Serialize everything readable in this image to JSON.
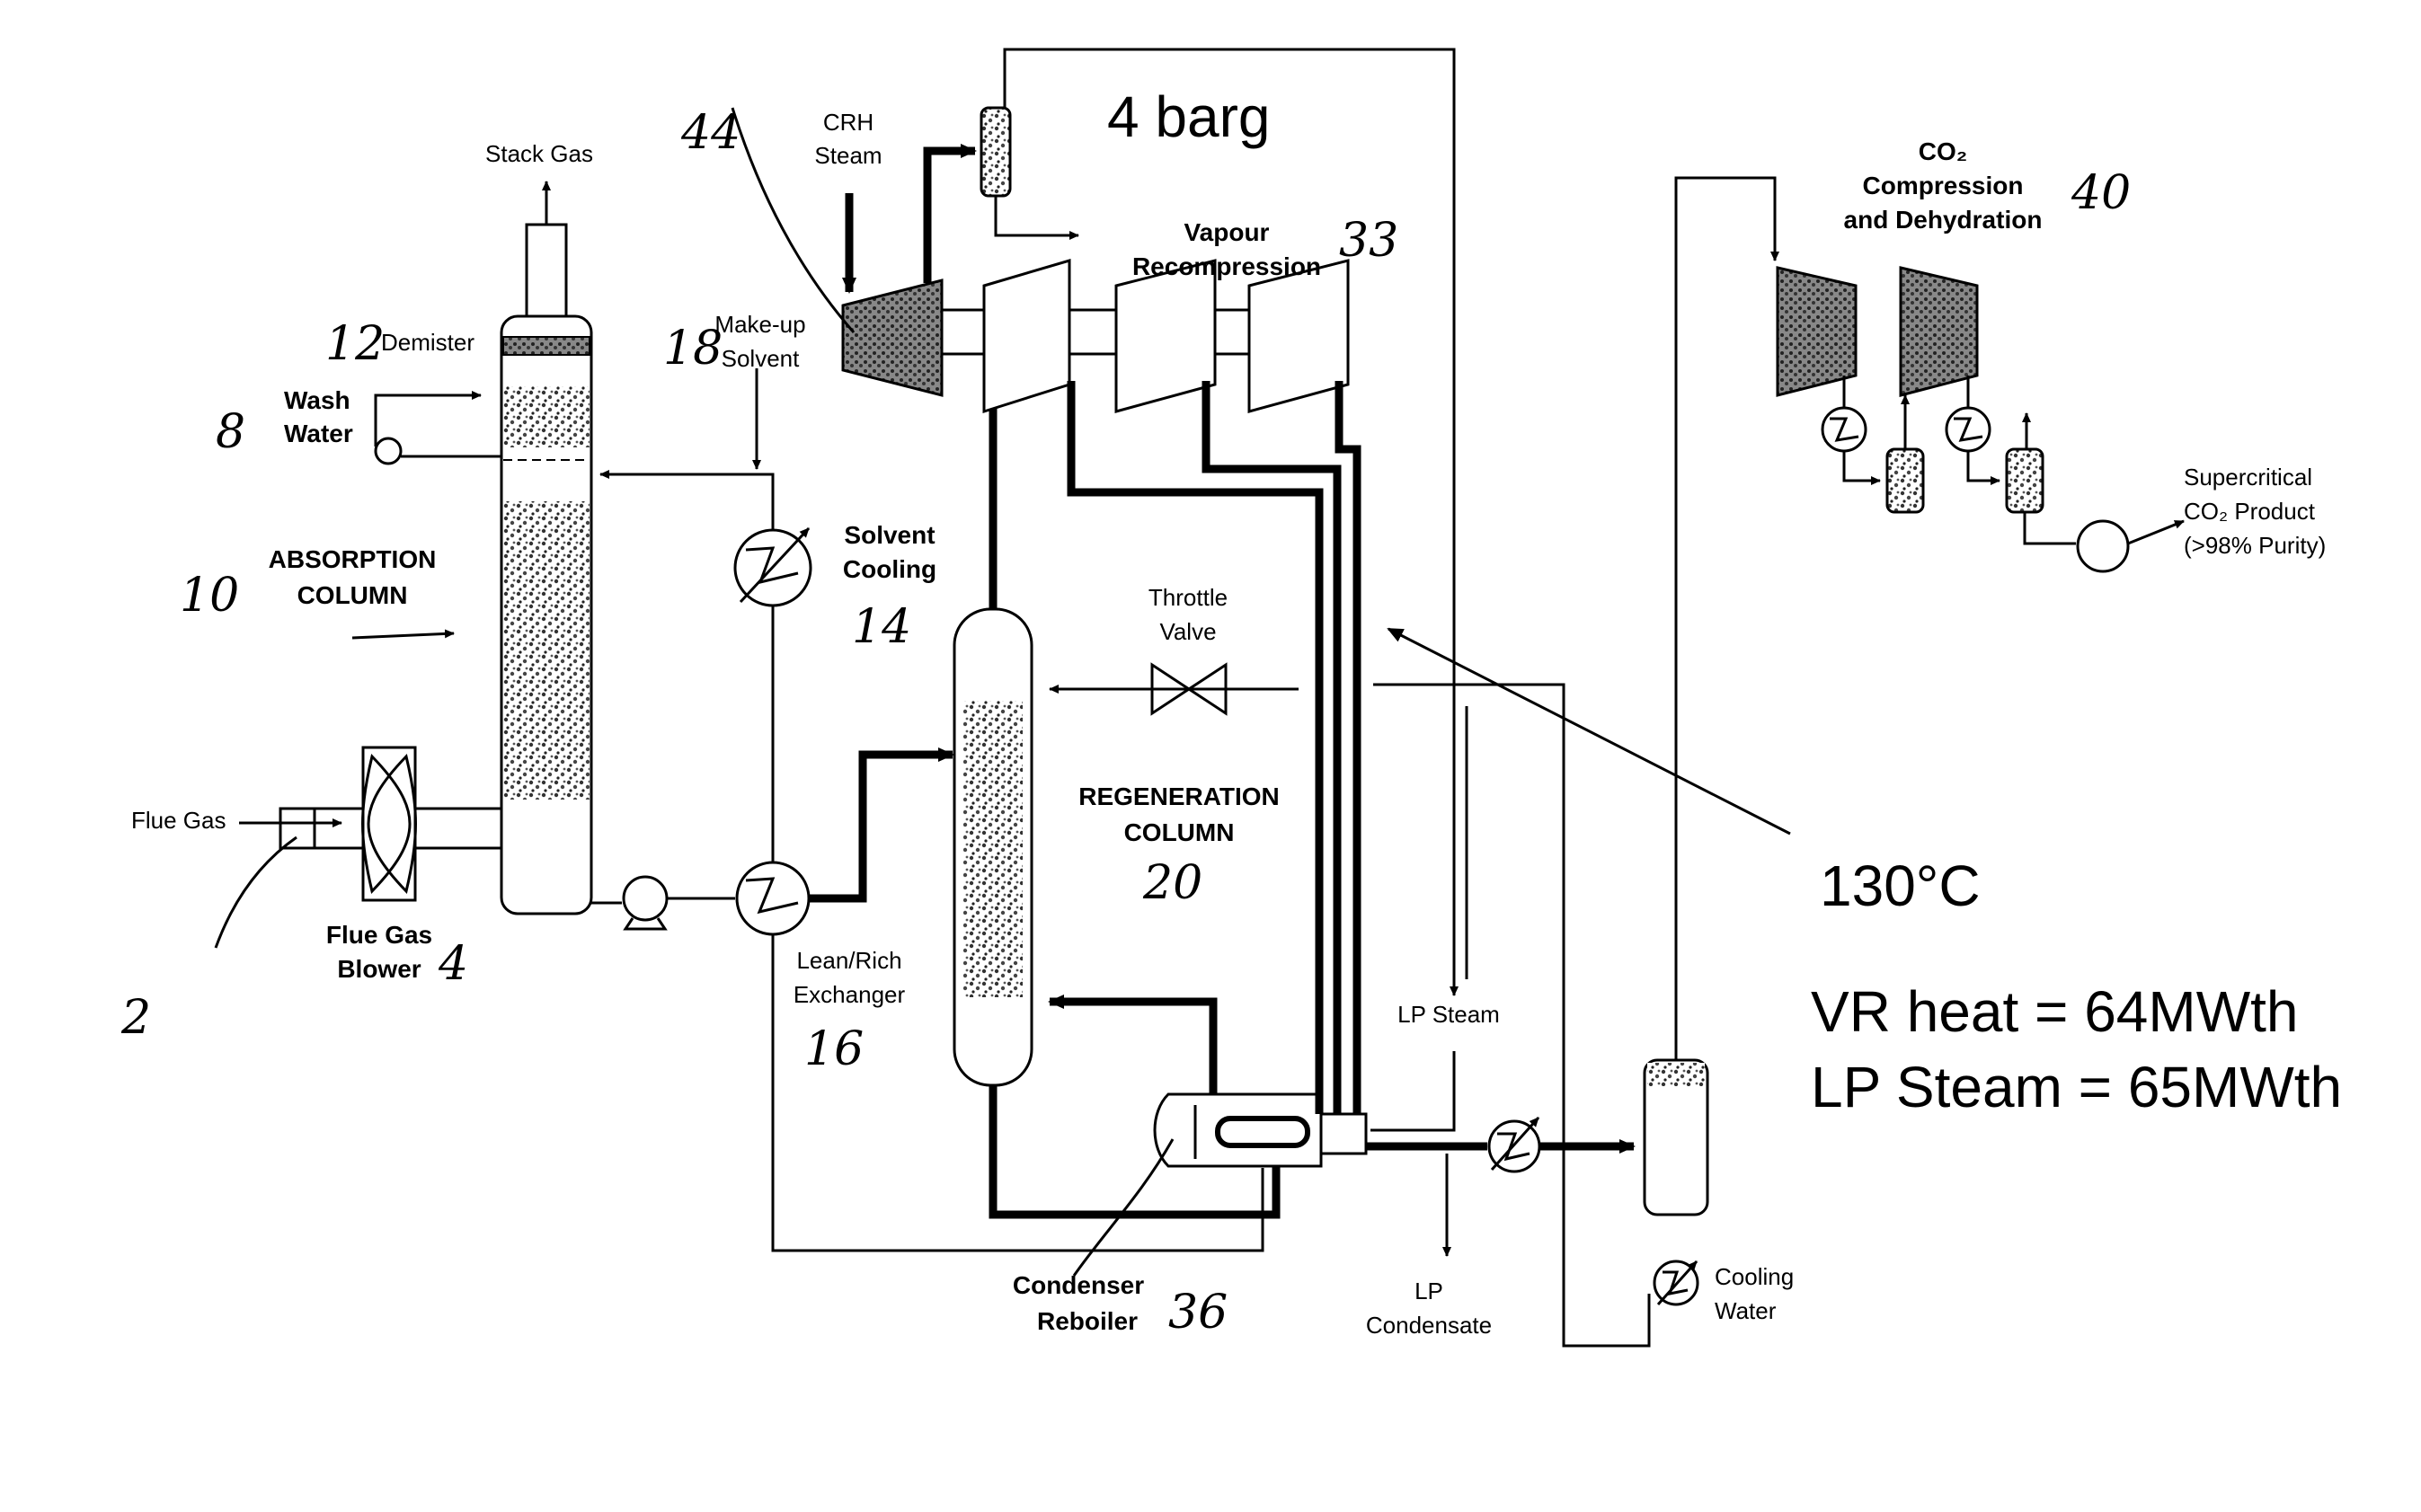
{
  "labels": {
    "stack_gas": "Stack Gas",
    "crh_steam_1": "CRH",
    "crh_steam_2": "Steam",
    "demister": "Demister",
    "wash_water_1": "Wash",
    "wash_water_2": "Water",
    "makeup_1": "Make-up",
    "makeup_2": "Solvent",
    "absorption_1": "ABSORPTION",
    "absorption_2": "COLUMN",
    "solvent_cooling_1": "Solvent",
    "solvent_cooling_2": "Cooling",
    "vapour_1": "Vapour",
    "vapour_2": "Recompression",
    "throttle_1": "Throttle",
    "throttle_2": "Valve",
    "regen_1": "REGENERATION",
    "regen_2": "COLUMN",
    "flue_gas": "Flue Gas",
    "blower_1": "Flue Gas",
    "blower_2": "Blower",
    "leanrich_1": "Lean/Rich",
    "leanrich_2": "Exchanger",
    "lp_steam": "LP Steam",
    "lp_cond_1": "LP",
    "lp_cond_2": "Condensate",
    "condenser_1": "Condenser",
    "condenser_2": "Reboiler",
    "cooling_1": "Cooling",
    "cooling_2": "Water",
    "co2_1": "CO₂",
    "co2_2": "Compression",
    "co2_3": "and Dehydration",
    "super_1": "Supercritical",
    "super_2": "CO₂ Product",
    "super_3": "(>98% Purity)"
  },
  "refs": {
    "r2": "2",
    "r4": "4",
    "r8": "8",
    "r10": "10",
    "r12": "12",
    "r14": "14",
    "r16": "16",
    "r18": "18",
    "r20": "20",
    "r33": "33",
    "r36": "36",
    "r40": "40",
    "r44": "44"
  },
  "annotations": {
    "pressure": "4 barg",
    "temperature": "130°C",
    "vr_heat": "VR heat =  64MWth",
    "lp_steam_heat": "LP Steam = 65MWth"
  }
}
